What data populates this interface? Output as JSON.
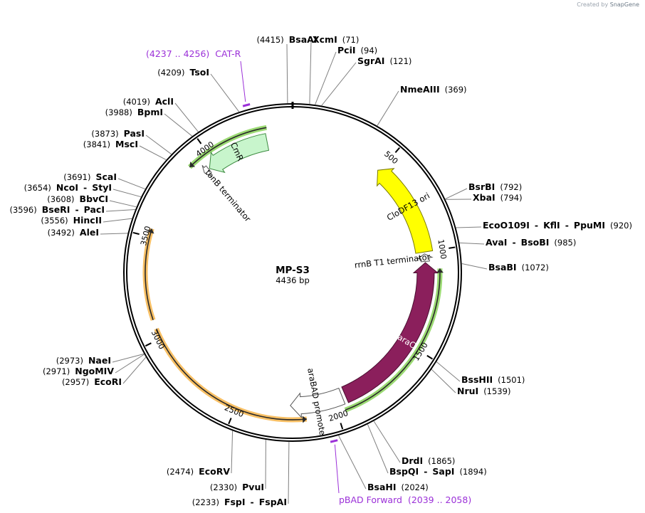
{
  "watermark": {
    "prefix": "Created by",
    "brand": "SnapGene"
  },
  "plasmid": {
    "name": "MP-S3",
    "length_label": "4436 bp",
    "length": 4436
  },
  "ticks": [
    {
      "label": "500",
      "pos": 500
    },
    {
      "label": "1000",
      "pos": 1000
    },
    {
      "label": "1500",
      "pos": 1500
    },
    {
      "label": "2000",
      "pos": 2000
    },
    {
      "label": "2500",
      "pos": 2500
    },
    {
      "label": "3000",
      "pos": 3000
    },
    {
      "label": "3500",
      "pos": 3500
    },
    {
      "label": "4000",
      "pos": 4000
    }
  ],
  "features": [
    {
      "name": "CloDF13 ori",
      "start": 490,
      "end": 1000,
      "dir": "ccw",
      "fill": "#ffff00",
      "stroke": "#7a7a00",
      "text_color": "#000000",
      "kind": "box"
    },
    {
      "name": "rrnB T1 terminator",
      "start": 1010,
      "end": 1050,
      "dir": "ccw",
      "fill": "#ffffff",
      "stroke": "#555555",
      "text_color": "#000000",
      "kind": "small"
    },
    {
      "name": "araC",
      "start": 1056,
      "end": 1932,
      "dir": "ccw",
      "fill": "#8b1f5c",
      "stroke": "#4a0f30",
      "text_color": "#ffffff",
      "kind": "box"
    },
    {
      "name": "araBAD promoter",
      "start": 1950,
      "end": 2230,
      "dir": "cw",
      "fill": "#ffffff",
      "stroke": "#555555",
      "text_color": "#000000",
      "kind": "box"
    },
    {
      "name": "CmR",
      "start": 3960,
      "end": 4300,
      "dir": "ccw",
      "fill": "#c8f5cc",
      "stroke": "#3b8a3f",
      "text_color": "#000000",
      "kind": "box"
    },
    {
      "name": "tonB terminator",
      "start": 3925,
      "end": 3955,
      "dir": "ccw",
      "fill": "#ffffff",
      "stroke": "#555555",
      "text_color": "#000000",
      "kind": "small"
    }
  ],
  "orfs": [
    {
      "start": 1090,
      "end": 1960,
      "dir": "ccw",
      "color": "#8ad35a"
    },
    {
      "start": 3890,
      "end": 4310,
      "dir": "ccw",
      "color": "#8ad35a"
    },
    {
      "start": 2150,
      "end": 3050,
      "dir": "ccw",
      "color": "#f7b54a"
    },
    {
      "start": 3095,
      "end": 3540,
      "dir": "cw",
      "color": "#f7b54a"
    }
  ],
  "primers": [
    {
      "name": "CAT-R",
      "range": "(4237 .. 4256)",
      "pos": 4246
    },
    {
      "name": "pBAD Forward",
      "range": "(2039 .. 2058)",
      "pos": 2048
    }
  ],
  "sites": [
    {
      "pos": 4415,
      "parts": [
        {
          "pos": "(4415)"
        },
        {
          "name": "BsaAI"
        }
      ]
    },
    {
      "pos": 71,
      "parts": [
        {
          "name": "XcmI"
        },
        {
          "pos": "(71)"
        }
      ]
    },
    {
      "pos": 94,
      "parts": [
        {
          "name": "PciI"
        },
        {
          "pos": "(94)"
        }
      ]
    },
    {
      "pos": 121,
      "parts": [
        {
          "name": "SgrAI"
        },
        {
          "pos": "(121)"
        }
      ]
    },
    {
      "pos": 369,
      "parts": [
        {
          "name": "NmeAIII"
        },
        {
          "pos": "(369)"
        }
      ]
    },
    {
      "pos": 792,
      "parts": [
        {
          "name": "BsrBI"
        },
        {
          "pos": "(792)"
        }
      ]
    },
    {
      "pos": 794,
      "parts": [
        {
          "name": "XbaI"
        },
        {
          "pos": "(794)"
        }
      ]
    },
    {
      "pos": 920,
      "parts": [
        {
          "name": "EcoO109I"
        },
        {
          "sep": "-"
        },
        {
          "name": "KflI"
        },
        {
          "sep": "-"
        },
        {
          "name": "PpuMI"
        },
        {
          "pos": "(920)"
        }
      ]
    },
    {
      "pos": 985,
      "parts": [
        {
          "name": "AvaI"
        },
        {
          "sep": "-"
        },
        {
          "name": "BsoBI"
        },
        {
          "pos": "(985)"
        }
      ]
    },
    {
      "pos": 1072,
      "parts": [
        {
          "name": "BsaBI"
        },
        {
          "pos": "(1072)"
        }
      ]
    },
    {
      "pos": 1501,
      "parts": [
        {
          "name": "BssHII"
        },
        {
          "pos": "(1501)"
        }
      ]
    },
    {
      "pos": 1539,
      "parts": [
        {
          "name": "NruI"
        },
        {
          "pos": "(1539)"
        }
      ]
    },
    {
      "pos": 1865,
      "parts": [
        {
          "name": "DrdI"
        },
        {
          "pos": "(1865)"
        }
      ]
    },
    {
      "pos": 1894,
      "parts": [
        {
          "name": "BspQI"
        },
        {
          "sep": "-"
        },
        {
          "name": "SapI"
        },
        {
          "pos": "(1894)"
        }
      ]
    },
    {
      "pos": 2024,
      "parts": [
        {
          "name": "BsaHI"
        },
        {
          "pos": "(2024)"
        }
      ]
    },
    {
      "pos": 2233,
      "parts": [
        {
          "pos": "(2233)"
        },
        {
          "name": "FspI"
        },
        {
          "sep": "-"
        },
        {
          "name": "FspAI"
        }
      ]
    },
    {
      "pos": 2330,
      "parts": [
        {
          "pos": "(2330)"
        },
        {
          "name": "PvuI"
        }
      ]
    },
    {
      "pos": 2474,
      "parts": [
        {
          "pos": "(2474)"
        },
        {
          "name": "EcoRV"
        }
      ]
    },
    {
      "pos": 2957,
      "parts": [
        {
          "pos": "(2957)"
        },
        {
          "name": "EcoRI"
        }
      ]
    },
    {
      "pos": 2971,
      "parts": [
        {
          "pos": "(2971)"
        },
        {
          "name": "NgoMIV"
        }
      ]
    },
    {
      "pos": 2973,
      "parts": [
        {
          "pos": "(2973)"
        },
        {
          "name": "NaeI"
        }
      ]
    },
    {
      "pos": 3492,
      "parts": [
        {
          "pos": "(3492)"
        },
        {
          "name": "AleI"
        }
      ]
    },
    {
      "pos": 3556,
      "parts": [
        {
          "pos": "(3556)"
        },
        {
          "name": "HincII"
        }
      ]
    },
    {
      "pos": 3596,
      "parts": [
        {
          "pos": "(3596)"
        },
        {
          "name": "BseRI"
        },
        {
          "sep": "-"
        },
        {
          "name": "PacI"
        }
      ]
    },
    {
      "pos": 3608,
      "parts": [
        {
          "pos": "(3608)"
        },
        {
          "name": "BbvCI"
        }
      ]
    },
    {
      "pos": 3654,
      "parts": [
        {
          "pos": "(3654)"
        },
        {
          "name": "NcoI"
        },
        {
          "sep": "-"
        },
        {
          "name": "StyI"
        }
      ]
    },
    {
      "pos": 3691,
      "parts": [
        {
          "pos": "(3691)"
        },
        {
          "name": "ScaI"
        }
      ]
    },
    {
      "pos": 3841,
      "parts": [
        {
          "pos": "(3841)"
        },
        {
          "name": "MscI"
        }
      ]
    },
    {
      "pos": 3873,
      "parts": [
        {
          "pos": "(3873)"
        },
        {
          "name": "PasI"
        }
      ]
    },
    {
      "pos": 3988,
      "parts": [
        {
          "pos": "(3988)"
        },
        {
          "name": "BpmI"
        }
      ]
    },
    {
      "pos": 4019,
      "parts": [
        {
          "pos": "(4019)"
        },
        {
          "name": "AclI"
        }
      ]
    },
    {
      "pos": 4209,
      "parts": [
        {
          "pos": "(4209)"
        },
        {
          "name": "TsoI"
        }
      ]
    }
  ]
}
